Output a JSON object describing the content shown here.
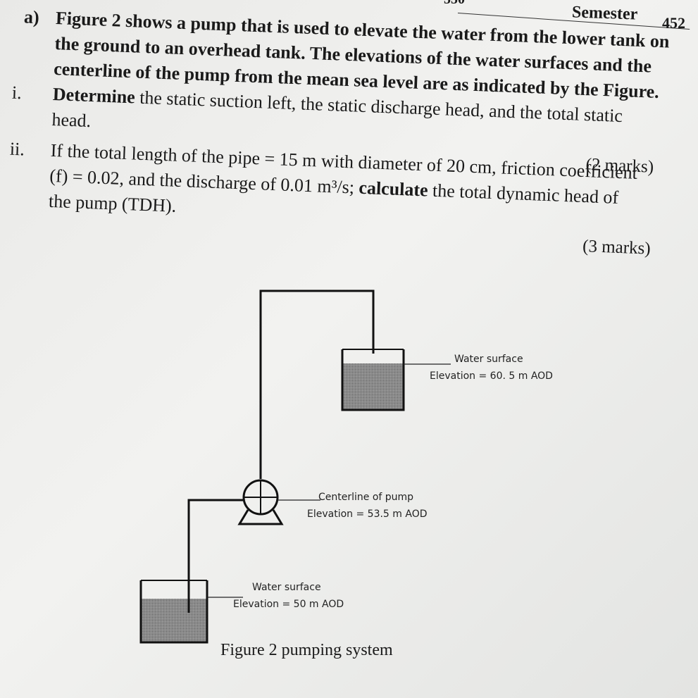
{
  "header": {
    "top_fragment": "550",
    "semester": "Semester",
    "page_number": "452"
  },
  "question": {
    "a_label": "a)",
    "a_line1": "Figure 2 shows a pump that is used to elevate the water from the lower tank on",
    "a_line2": "the ground to an overhead tank. The elevations of the water surfaces and the",
    "a_line3": "centerline of the pump from the mean sea level are as indicated by the Figure.",
    "i_label": "i.",
    "i_bold": "Determine",
    "i_line1": "the static suction left, the static discharge head, and the total static",
    "i_line2": "head.",
    "i_marks": "(2 marks)",
    "ii_label": "ii.",
    "ii_line1": "If the total length of the pipe = 15 m with diameter of 20 cm, friction coefficient",
    "ii_line2_a": "(f) = 0.02, and the discharge of 0.01 m³/s;",
    "ii_bold": "calculate",
    "ii_line2_b": "the total dynamic head of",
    "ii_line3": "the pump (TDH).",
    "ii_marks": "(3 marks)"
  },
  "figure": {
    "upper_label1": "Water surface",
    "upper_label2": "Elevation = 60. 5 m AOD",
    "pump_label1": "Centerline of pump",
    "pump_label2": "Elevation = 53.5 m AOD",
    "lower_label1": "Water surface",
    "lower_label2": "Elevation = 50 m AOD",
    "caption": "Figure 2 pumping system",
    "water_color": "#8a8a8a"
  }
}
